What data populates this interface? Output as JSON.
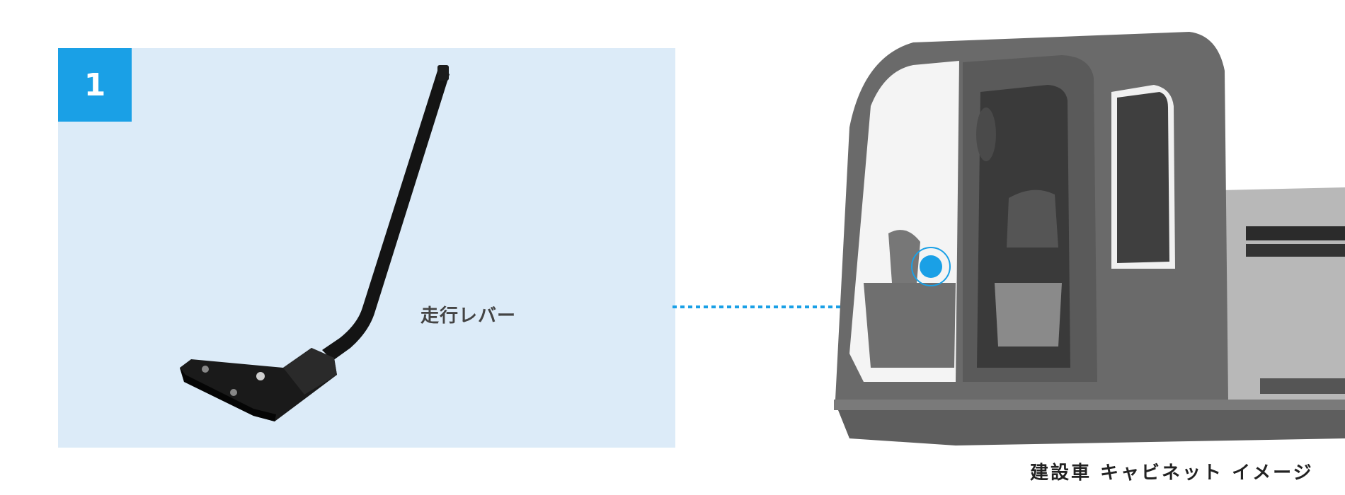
{
  "badge": {
    "number": "1"
  },
  "part": {
    "name": "走行レバー"
  },
  "caption": "建設車 キャビネット イメージ",
  "colors": {
    "accent": "#1aa0e6",
    "panel_bg": "#dcebf8"
  },
  "icons": {
    "marker": "blue-dot-marker"
  }
}
